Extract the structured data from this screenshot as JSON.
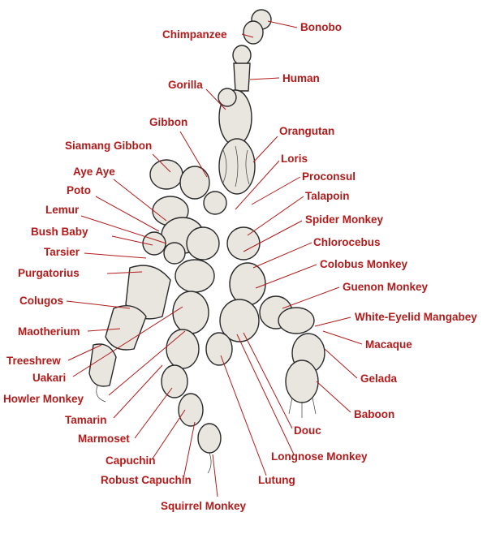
{
  "diagram": {
    "accent_color": "#b31b1b",
    "labels": [
      {
        "id": "bonobo",
        "text": "Bonobo"
      },
      {
        "id": "chimpanzee",
        "text": "Chimpanzee"
      },
      {
        "id": "human",
        "text": "Human"
      },
      {
        "id": "gorilla",
        "text": "Gorilla"
      },
      {
        "id": "gibbon",
        "text": "Gibbon"
      },
      {
        "id": "orangutan",
        "text": "Orangutan"
      },
      {
        "id": "siamang-gibbon",
        "text": "Siamang Gibbon"
      },
      {
        "id": "loris",
        "text": "Loris"
      },
      {
        "id": "aye-aye",
        "text": "Aye Aye"
      },
      {
        "id": "proconsul",
        "text": "Proconsul"
      },
      {
        "id": "poto",
        "text": "Poto"
      },
      {
        "id": "talapoin",
        "text": "Talapoin"
      },
      {
        "id": "lemur",
        "text": "Lemur"
      },
      {
        "id": "spider-monkey",
        "text": "Spider Monkey"
      },
      {
        "id": "bush-baby",
        "text": "Bush Baby"
      },
      {
        "id": "chlorocebus",
        "text": "Chlorocebus"
      },
      {
        "id": "tarsier",
        "text": "Tarsier"
      },
      {
        "id": "colobus-monkey",
        "text": "Colobus Monkey"
      },
      {
        "id": "purgatorius",
        "text": "Purgatorius"
      },
      {
        "id": "guenon-monkey",
        "text": "Guenon Monkey"
      },
      {
        "id": "colugos",
        "text": "Colugos"
      },
      {
        "id": "white-eyelid-mangabey",
        "text": "White-Eyelid Mangabey"
      },
      {
        "id": "maotherium",
        "text": "Maotherium"
      },
      {
        "id": "macaque",
        "text": "Macaque"
      },
      {
        "id": "treeshrew",
        "text": "Treeshrew"
      },
      {
        "id": "gelada",
        "text": "Gelada"
      },
      {
        "id": "uakari",
        "text": "Uakari"
      },
      {
        "id": "howler-monkey",
        "text": "Howler Monkey"
      },
      {
        "id": "baboon",
        "text": "Baboon"
      },
      {
        "id": "tamarin",
        "text": "Tamarin"
      },
      {
        "id": "douc",
        "text": "Douc"
      },
      {
        "id": "marmoset",
        "text": "Marmoset"
      },
      {
        "id": "longnose-monkey",
        "text": "Longnose Monkey"
      },
      {
        "id": "capuchin",
        "text": "Capuchin"
      },
      {
        "id": "lutung",
        "text": "Lutung"
      },
      {
        "id": "robust-capuchin",
        "text": "Robust Capuchin"
      },
      {
        "id": "squirrel-monkey",
        "text": "Squirrel Monkey"
      }
    ]
  }
}
